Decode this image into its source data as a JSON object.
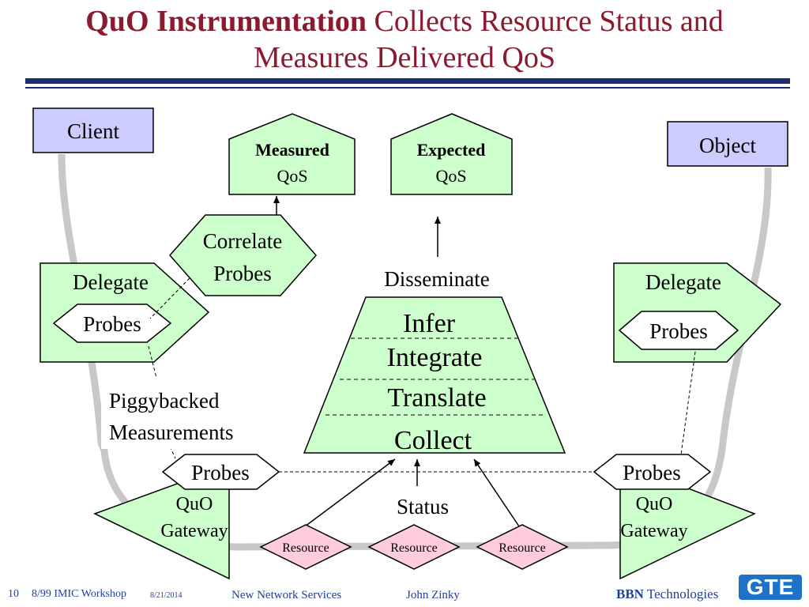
{
  "title": {
    "bold": "QuO Instrumentation",
    "rest_line1": " Collects Resource Status and",
    "line2": "Measures Delivered QoS"
  },
  "nodes": {
    "client": "Client",
    "object": "Object",
    "measured_qos": {
      "bold": "Measured",
      "normal": "QoS"
    },
    "expected_qos": {
      "bold": "Expected",
      "normal": "QoS"
    },
    "correlate": {
      "line1": "Correlate",
      "line2": "Probes"
    },
    "disseminate": "Disseminate",
    "layers": [
      "Infer",
      "Integrate",
      "Translate",
      "Collect"
    ],
    "delegate_left": {
      "label": "Delegate",
      "probes": "Probes"
    },
    "delegate_right": {
      "label": "Delegate",
      "probes": "Probes"
    },
    "piggybacked": {
      "line1": "Piggybacked",
      "line2": "Measurements"
    },
    "probes_left": "Probes",
    "probes_right": "Probes",
    "status": "Status",
    "gateway_left": {
      "line1": "QuO",
      "line2": "Gateway"
    },
    "gateway_right": {
      "line1": "QuO",
      "line2": "Gateway"
    },
    "resources": [
      "Resource",
      "Resource",
      "Resource"
    ]
  },
  "colors": {
    "title": "#8b1a2e",
    "rule": "#1f2f6b",
    "green_fill": "#ccffcc",
    "blue_fill": "#ccccff",
    "pink_fill": "#ffccdd",
    "path_gray": "#c8c8c8",
    "footer": "#1f3f9f",
    "gte": "#1e73c8"
  },
  "footer": {
    "page": "10",
    "event": "8/99 IMIC Workshop",
    "date": "8/21/2014",
    "center": "New Network Services",
    "author": "John Zinky",
    "company_bold": "BBN",
    "company_rest": " Technologies",
    "logo": "GTE"
  }
}
